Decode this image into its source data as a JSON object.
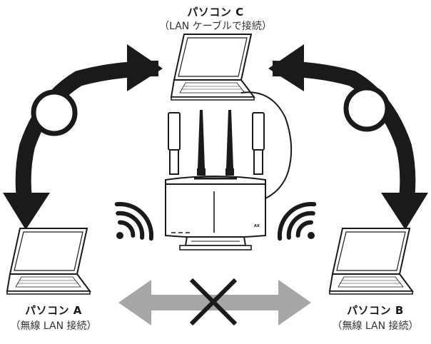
{
  "colors": {
    "ink": "#1a1a1a",
    "gray_arrow": "#a6a6a6",
    "background": "#ffffff"
  },
  "nodes": {
    "pc_c": {
      "name": "パソコン C",
      "connection": "（LAN ケーブルで接続）",
      "icon": "laptop-icon"
    },
    "pc_a": {
      "name": "パソコン A",
      "connection": "（無線 LAN 接続）",
      "icon": "laptop-icon"
    },
    "pc_b": {
      "name": "パソコン B",
      "connection": "（無線 LAN 接続）",
      "icon": "laptop-icon"
    },
    "router": {
      "icon": "wireless-router-icon",
      "brand_mark": "AX",
      "has_antennas": 4
    }
  },
  "links": {
    "c_a": {
      "status": "allowed",
      "icon": "circle-ok-icon"
    },
    "c_b": {
      "status": "allowed",
      "icon": "circle-ok-icon"
    },
    "a_b": {
      "status": "blocked",
      "icon": "cross-icon"
    }
  }
}
